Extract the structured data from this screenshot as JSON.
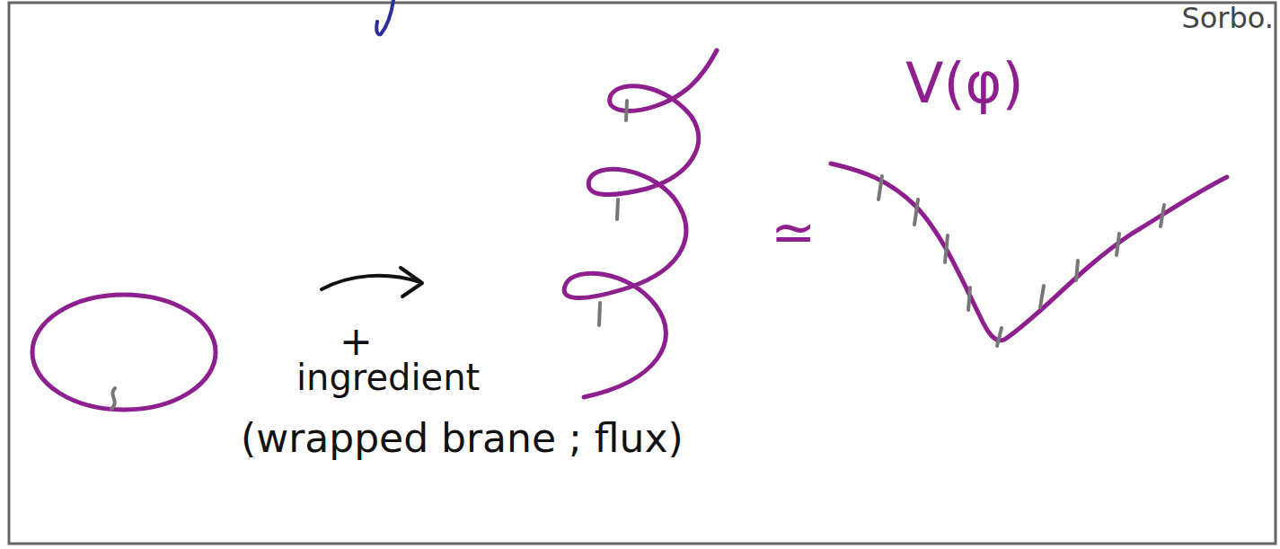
{
  "diagram": {
    "labels": [
      "Sorbo.",
      "V(φ)",
      "≃",
      "+",
      "ingredient",
      "(wrapped brane ; flux)"
    ]
  }
}
